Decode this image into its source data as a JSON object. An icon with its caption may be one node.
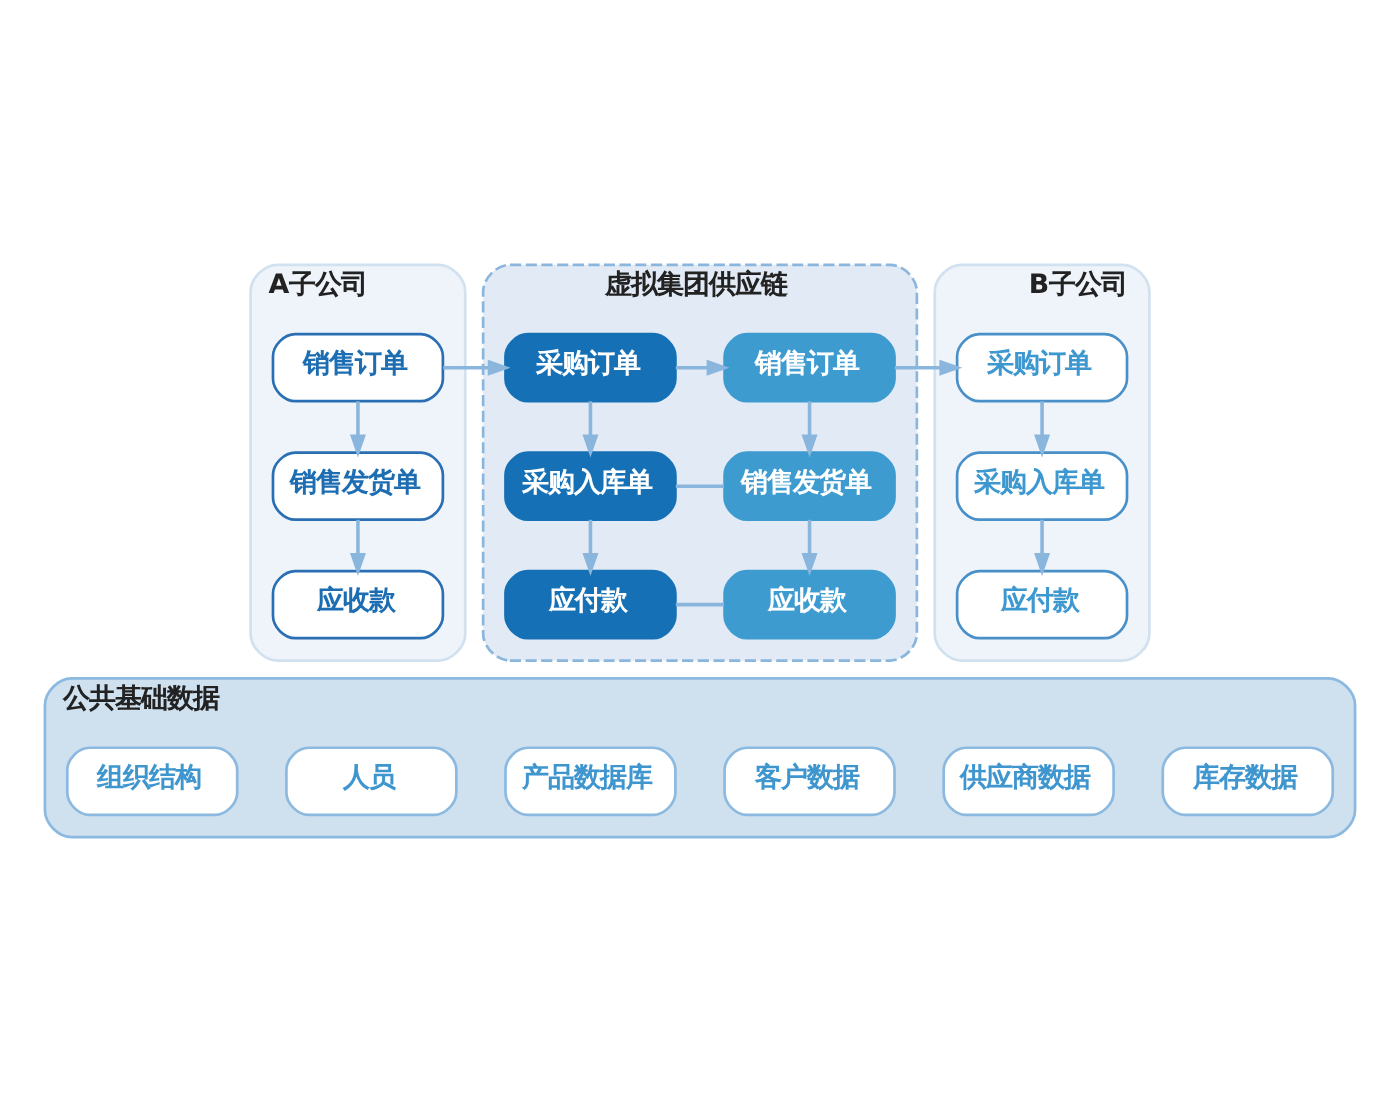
{
  "diagram": {
    "nodes": [
      {
        "text": [
          "A子公司"
        ]
      },
      {
        "text": [
          "销售订单"
        ],
        "in": 0
      },
      {
        "text": [
          "销售发货单"
        ],
        "in": 0
      },
      {
        "text": [
          "应收款"
        ],
        "in": 0
      },
      {
        "text": [
          "虚拟集团供应链"
        ]
      },
      {
        "text": [
          "采购订单"
        ],
        "in": 4
      },
      {
        "text": [
          "采购入库单"
        ],
        "in": 4
      },
      {
        "text": [
          "应付款"
        ],
        "in": 4
      },
      {
        "text": [
          "销售订单"
        ],
        "in": 4
      },
      {
        "text": [
          "销售发货单"
        ],
        "in": 4
      },
      {
        "text": [
          "应收款"
        ],
        "in": 4
      },
      {
        "text": [
          "B子公司"
        ]
      },
      {
        "text": [
          "采购订单"
        ],
        "in": 11
      },
      {
        "text": [
          "采购入库单"
        ],
        "in": 11
      },
      {
        "text": [
          "应付款"
        ],
        "in": 11
      },
      {
        "text": [
          "公共基础数据"
        ]
      },
      {
        "text": [
          "组织结构"
        ],
        "in": 15
      },
      {
        "text": [
          "人员"
        ],
        "in": 15
      },
      {
        "text": [
          "产品数据库"
        ],
        "in": 15
      },
      {
        "text": [
          "客户数据"
        ],
        "in": 15
      },
      {
        "text": [
          "供应商数据"
        ],
        "in": 15
      },
      {
        "text": [
          "库存数据"
        ],
        "in": 15
      }
    ],
    "edges": [
      {
        "from": 1,
        "to": 5,
        "arrow": "to"
      },
      {
        "from": 5,
        "to": 8,
        "arrow": "to"
      },
      {
        "from": 8,
        "to": 12,
        "arrow": "to"
      },
      {
        "from": 1,
        "to": 2,
        "arrow": "to"
      },
      {
        "from": 2,
        "to": 3,
        "arrow": "to"
      },
      {
        "from": 5,
        "to": 6,
        "arrow": "to"
      },
      {
        "from": 6,
        "to": 7,
        "arrow": "to"
      },
      {
        "from": 8,
        "to": 9,
        "arrow": "to"
      },
      {
        "from": 9,
        "to": 10,
        "arrow": "to"
      },
      {
        "from": 12,
        "to": 13,
        "arrow": "to"
      },
      {
        "from": 13,
        "to": 14,
        "arrow": "to"
      },
      {
        "from": 6,
        "to": 9,
        "arrow": "none"
      },
      {
        "from": 7,
        "to": 10,
        "arrow": "none"
      }
    ]
  }
}
